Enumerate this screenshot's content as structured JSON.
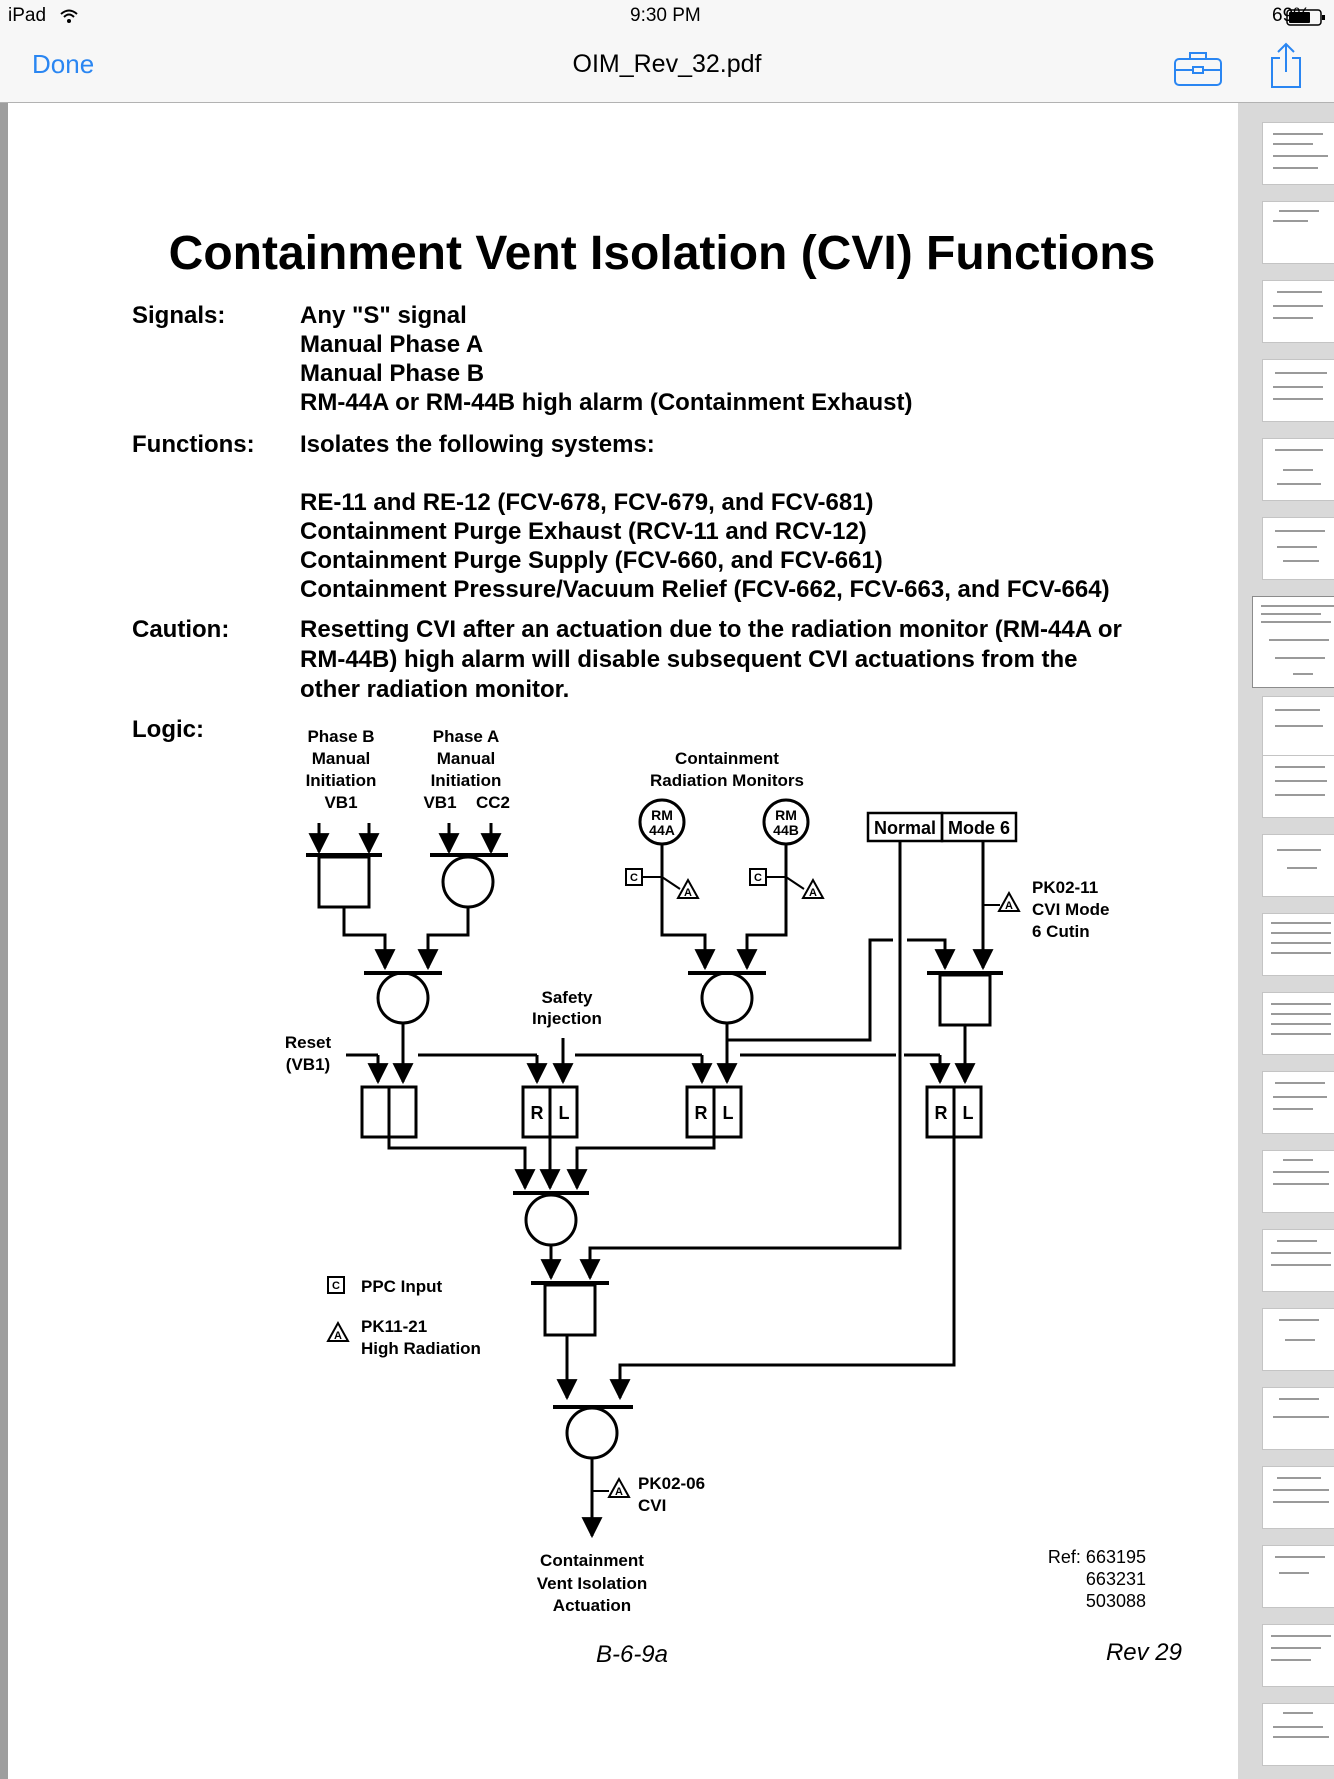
{
  "status_bar": {
    "device": "iPad",
    "time": "9:30 PM",
    "battery": "69%"
  },
  "nav_bar": {
    "done_label": "Done",
    "document_title": "OIM_Rev_32.pdf"
  },
  "page": {
    "title": "Containment Vent Isolation (CVI) Functions",
    "signals_label": "Signals:",
    "signals": [
      "Any \"S\" signal",
      "Manual Phase A",
      "Manual Phase B",
      "RM-44A or RM-44B high alarm (Containment Exhaust)"
    ],
    "functions_label": "Functions:",
    "functions_intro": "Isolates the following systems:",
    "functions": [
      "RE-11 and RE-12 (FCV-678, FCV-679, and FCV-681)",
      "Containment Purge Exhaust (RCV-11 and RCV-12)",
      "Containment Purge Supply (FCV-660, and FCV-661)",
      "Containment Pressure/Vacuum Relief (FCV-662, FCV-663, and FCV-664)"
    ],
    "caution_label": "Caution:",
    "caution_lines": [
      "Resetting CVI after an actuation due to the radiation monitor (RM-44A or",
      "RM-44B) high alarm will disable subsequent CVI actuations from the",
      "other radiation monitor."
    ],
    "logic_label": "Logic:",
    "footer_code": "B-6-9a",
    "footer_rev": "Rev 29"
  },
  "diagram": {
    "phase_b": [
      "Phase B",
      "Manual",
      "Initiation",
      "VB1"
    ],
    "phase_a": [
      "Phase A",
      "Manual",
      "Initiation"
    ],
    "phase_a_vb1": "VB1",
    "phase_a_cc2": "CC2",
    "rad_monitors": [
      "Containment",
      "Radiation Monitors"
    ],
    "rm44a": [
      "RM",
      "44A"
    ],
    "rm44b": [
      "RM",
      "44B"
    ],
    "mode_normal": "Normal",
    "mode_6": "Mode 6",
    "pk0211": [
      "PK02-11",
      "CVI Mode",
      "6 Cutin"
    ],
    "safety_injection": [
      "Safety",
      "Injection"
    ],
    "reset": [
      "Reset",
      "(VB1)"
    ],
    "r": "R",
    "l": "L",
    "c": "C",
    "a": "A",
    "legend_ppc": "PPC Input",
    "legend_pk1121": [
      "PK11-21",
      "High Radiation"
    ],
    "pk0206": [
      "PK02-06",
      "CVI"
    ],
    "output": [
      "Containment",
      "Vent Isolation",
      "Actuation"
    ],
    "ref": [
      "Ref:  663195",
      "663231",
      "503088"
    ]
  },
  "icons": [
    "wifi-icon",
    "battery-icon",
    "toolbox-icon",
    "share-icon"
  ],
  "colors": {
    "accent": "#2a86f2",
    "bar_bg": "#f7f7f7",
    "thumb_strip": "#d9d9d9"
  }
}
